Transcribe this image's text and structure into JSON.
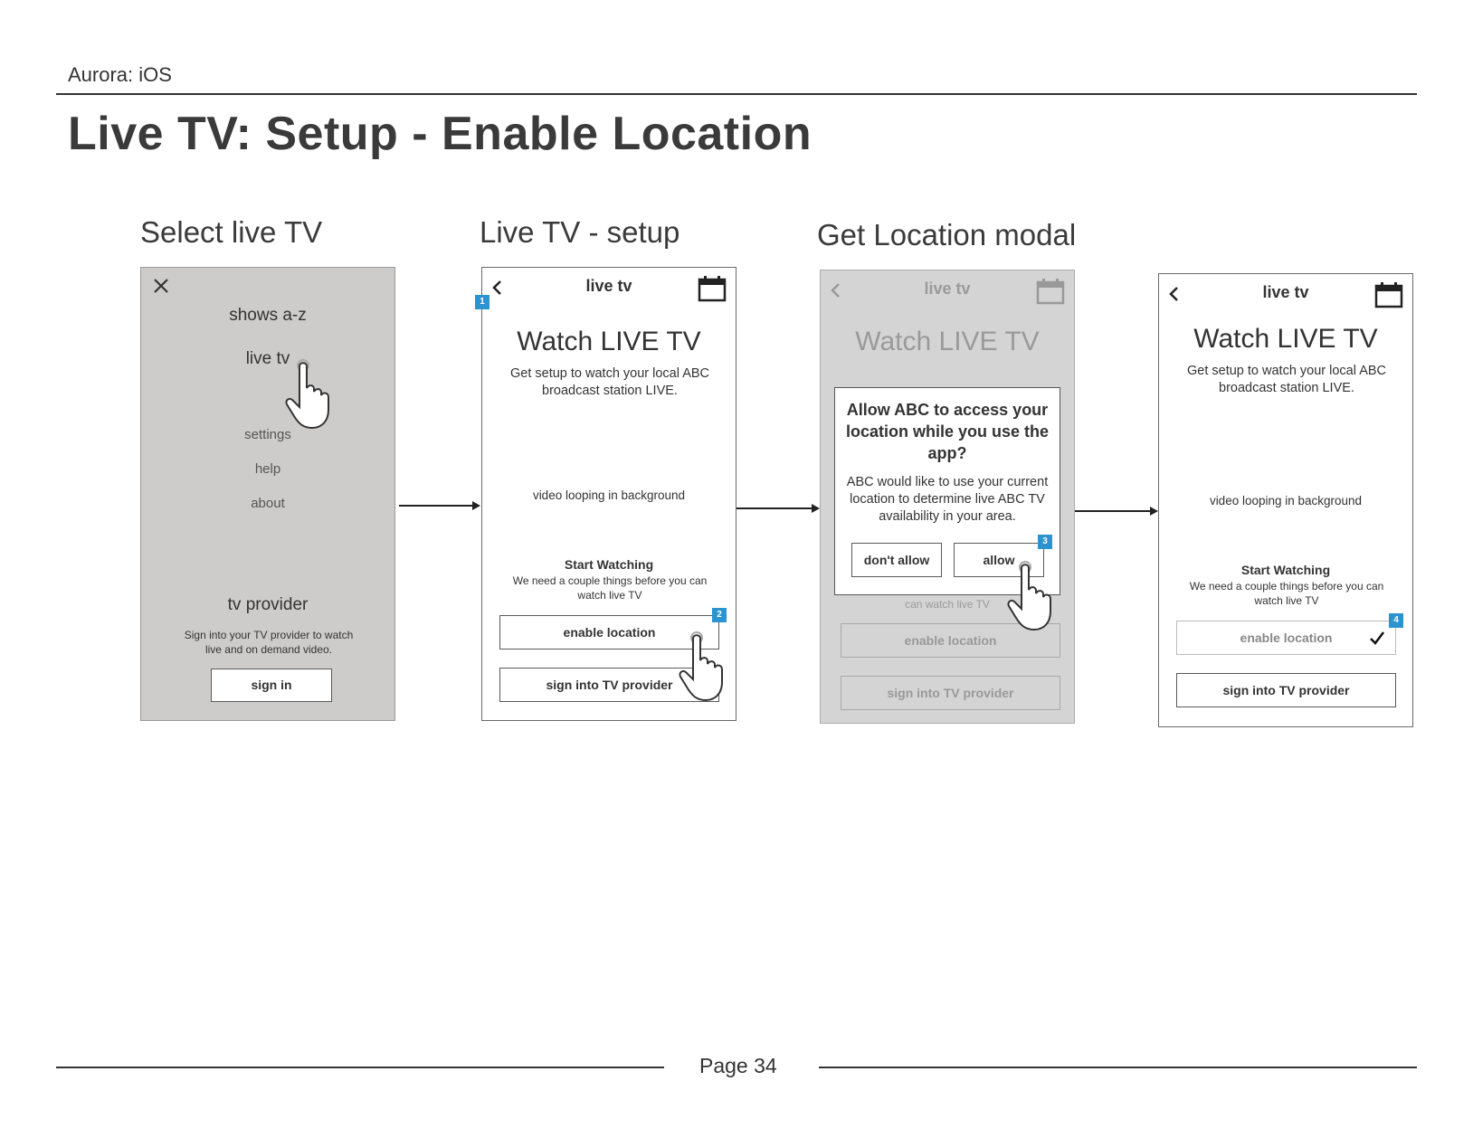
{
  "document": {
    "label": "Aurora: iOS",
    "title": "Live TV: Setup - Enable Location",
    "page": "Page 34"
  },
  "colors": {
    "badge": "#2a93d0",
    "menu_bg": "#cdcccb",
    "dim_bg": "#d3d4d3"
  },
  "sections": {
    "select_live_tv": "Select live TV",
    "live_tv_setup": "Live TV - setup",
    "get_location_modal": "Get Location modal"
  },
  "menu_screen": {
    "close_icon": "close-icon",
    "items": [
      "shows a-z",
      "live tv",
      "settings",
      "help",
      "about"
    ],
    "provider_heading": "tv provider",
    "provider_text": "Sign into your TV provider to watch live and on demand video.",
    "sign_in": "sign in"
  },
  "setup_screen": {
    "nav_title": "live tv",
    "heading": "Watch LIVE TV",
    "subtext": "Get setup to watch your local ABC broadcast station LIVE.",
    "video_note": "video looping in background",
    "start_heading": "Start Watching",
    "start_text": "We need a couple things before you can watch live TV",
    "enable_location": "enable location",
    "sign_into_provider": "sign into TV provider",
    "badge": "1",
    "badge_enable": "2"
  },
  "modal_screen": {
    "nav_title": "live tv",
    "heading": "Watch LIVE TV",
    "modal_title": "Allow ABC to access your location while you use the app?",
    "modal_text": "ABC would like to use your current location to determine live ABC TV availability in your area.",
    "dont_allow": "don't allow",
    "allow": "allow",
    "behind_text": "can watch live TV",
    "enable_location": "enable location",
    "sign_into_provider": "sign into TV provider",
    "badge": "3"
  },
  "done_screen": {
    "nav_title": "live tv",
    "heading": "Watch LIVE TV",
    "subtext": "Get setup to watch your local ABC broadcast station LIVE.",
    "video_note": "video looping in background",
    "start_heading": "Start Watching",
    "start_text": "We need a couple things before you can watch live TV",
    "enable_location": "enable location",
    "sign_into_provider": "sign into TV provider",
    "badge": "4"
  }
}
